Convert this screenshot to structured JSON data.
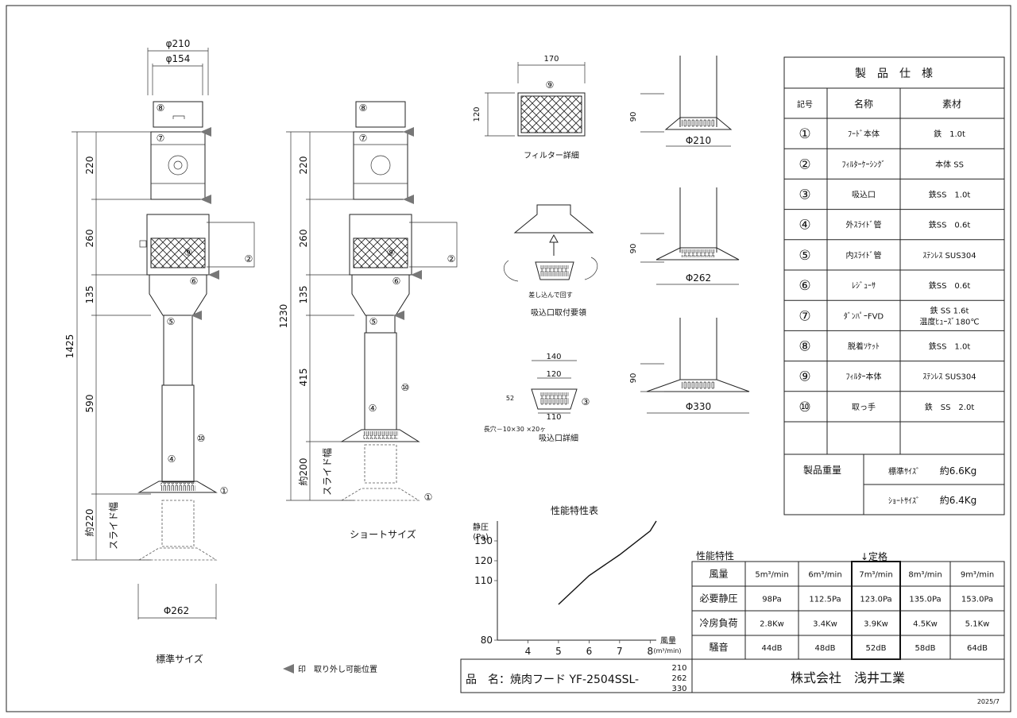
{
  "standard": {
    "dia_top_outer": "φ210",
    "dia_top_inner": "φ154",
    "dia_bottom": "Φ262",
    "dim_total": "1425",
    "dim_220": "220",
    "dim_260": "260",
    "dim_135": "135",
    "dim_590": "590",
    "slide_label": "約220",
    "slide_label2": "スライド幅",
    "caption": "標準サイズ"
  },
  "short": {
    "dim_total": "1230",
    "dim_220": "220",
    "dim_260": "260",
    "dim_135": "135",
    "dim_415": "415",
    "slide_label": "約200",
    "slide_label2": "スライド幅",
    "caption": "ショートサイズ"
  },
  "filter_detail": {
    "width": "170",
    "height": "120",
    "num": "⑨",
    "caption": "フィルター詳細"
  },
  "install": {
    "note": "差し込んで回す",
    "caption": "吸込口取付要領"
  },
  "intake_detail": {
    "d140": "140",
    "d120": "120",
    "d110": "110",
    "h52": "52",
    "hole": "長穴－10×30 ×20ヶ",
    "num": "③",
    "caption": "吸込口詳細"
  },
  "hoods": [
    {
      "h": "90",
      "dia": "Φ210"
    },
    {
      "h": "90",
      "dia": "Φ262"
    },
    {
      "h": "90",
      "dia": "Φ330"
    }
  ],
  "nums": {
    "n1": "①",
    "n2": "②",
    "n4": "④",
    "n5": "⑤",
    "n6": "⑥",
    "n7": "⑦",
    "n8": "⑧",
    "n9": "⑨",
    "n10": "⑩"
  },
  "spec": {
    "title": "製　品　仕　様",
    "headers": [
      "記号",
      "名称",
      "素材"
    ],
    "rows": [
      {
        "sym": "①",
        "name": "ﾌｰﾄﾞ本体",
        "mat": "鉄　1.0t",
        "mat2": ""
      },
      {
        "sym": "②",
        "name": "ﾌｨﾙﾀｰｹｰｼﾝｸﾞ",
        "mat": "本体 SS",
        "mat2": ""
      },
      {
        "sym": "③",
        "name": "吸込口",
        "mat": "鉄SS　1.0t",
        "mat2": ""
      },
      {
        "sym": "④",
        "name": "外ｽﾗｲﾄﾞ管",
        "mat": "鉄SS　0.6t",
        "mat2": ""
      },
      {
        "sym": "⑤",
        "name": "内ｽﾗｲﾄﾞ管",
        "mat": "ｽﾃﾝﾚｽ SUS304",
        "mat2": ""
      },
      {
        "sym": "⑥",
        "name": "ﾚｼﾞｭｰｻ",
        "mat": "鉄SS　0.6t",
        "mat2": ""
      },
      {
        "sym": "⑦",
        "name": "ﾀﾞﾝﾊﾟｰFVD",
        "mat": "鉄 SS 1.6t",
        "mat2": "温度ﾋｭｰｽﾞ180℃"
      },
      {
        "sym": "⑧",
        "name": "脱着ｿｹｯﾄ",
        "mat": "鉄SS　1.0t",
        "mat2": ""
      },
      {
        "sym": "⑨",
        "name": "ﾌｨﾙﾀｰ本体",
        "mat": "ｽﾃﾝﾚｽ SUS304",
        "mat2": ""
      },
      {
        "sym": "⑩",
        "name": "取っ手",
        "mat": "鉄　SS　2.0t",
        "mat2": ""
      }
    ],
    "weight_label": "製品重量",
    "weights": [
      {
        "k": "標準ｻｲｽﾞ",
        "v": "約6.6Kg"
      },
      {
        "k": "ｼｮｰﾄｻｲｽﾞ",
        "v": "約6.4Kg"
      }
    ]
  },
  "chart_data": {
    "type": "line",
    "title": "性能特性表",
    "ylabel": "静圧\n(Pa)",
    "xlabel": "風量\n(m³/min)",
    "xlim": [
      3,
      8.2
    ],
    "ylim": [
      80,
      140
    ],
    "xticks": [
      4,
      5,
      6,
      7,
      8
    ],
    "yticks": [
      80,
      110,
      120,
      130
    ],
    "series": [
      {
        "x": [
          5,
          6,
          7,
          8,
          8.2
        ],
        "y": [
          98,
          112.5,
          123,
          135,
          140
        ]
      }
    ]
  },
  "perf": {
    "title": "性能特性",
    "rated": "↓定格",
    "cols": [
      "5m³/min",
      "6m³/min",
      "7m³/min",
      "8m³/min",
      "9m³/min"
    ],
    "rows": [
      {
        "label": "風量",
        "vals": [
          "5m³/min",
          "6m³/min",
          "7m³/min",
          "8m³/min",
          "9m³/min"
        ]
      },
      {
        "label": "必要静圧",
        "vals": [
          "98Pa",
          "112.5Pa",
          "123.0Pa",
          "135.0Pa",
          "153.0Pa"
        ]
      },
      {
        "label": "冷房負荷",
        "vals": [
          "2.8Kw",
          "3.4Kw",
          "3.9Kw",
          "4.5Kw",
          "5.1Kw"
        ]
      },
      {
        "label": "騒音",
        "vals": [
          "44dB",
          "48dB",
          "52dB",
          "58dB",
          "64dB"
        ]
      }
    ]
  },
  "legend_note": "印　取り外し可能位置",
  "title_block": {
    "product": "品　名：焼肉フード YF-2504SSL-",
    "sizes": [
      "210",
      "262",
      "330"
    ],
    "company": "株式会社　浅井工業"
  },
  "date": "2025/7"
}
